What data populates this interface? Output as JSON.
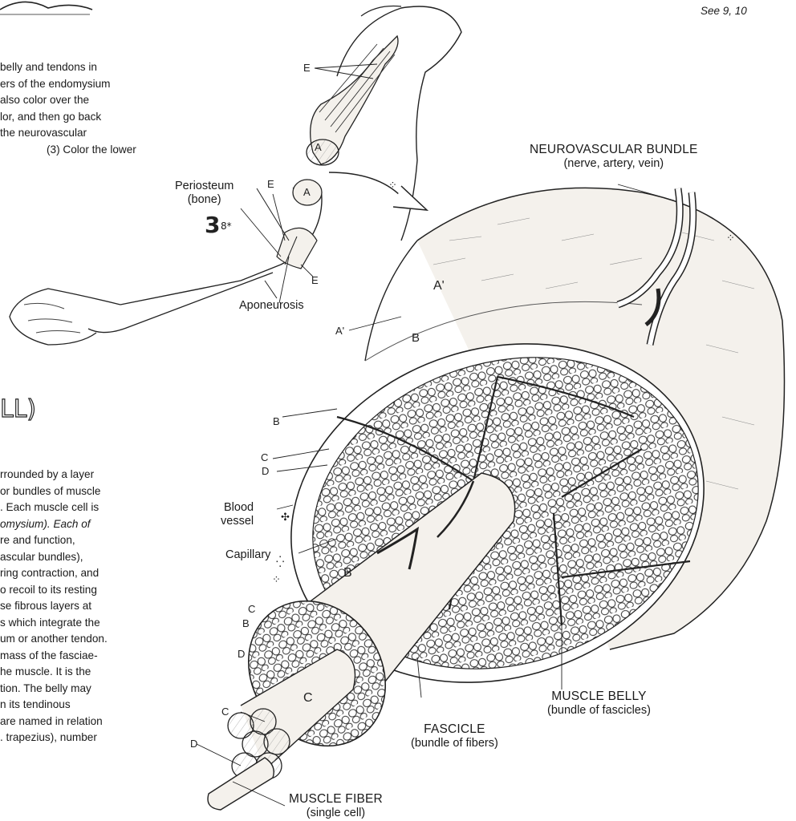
{
  "header": {
    "see_ref": "See 9, 10"
  },
  "instructions": {
    "lines": [
      "belly and tendons in",
      "ers of the endomysium",
      "also color over the",
      "lor, and then go back",
      "the neurovascular",
      "(3) Color the lower"
    ]
  },
  "body_text": {
    "lines": [
      "rrounded by a layer",
      "or bundles of muscle",
      ". Each muscle cell is",
      "omysium). Each of",
      "re and function,",
      "ascular bundles),",
      "ring contraction, and",
      "o recoil to its resting",
      "se fibrous layers at",
      "s which integrate the",
      "um or another tendon.",
      "mass of the fasciae-",
      "he muscle. It is the",
      "tion. The belly may",
      "n its tendinous",
      "are named in relation",
      ". trapezius), number"
    ]
  },
  "labels": {
    "periosteum": "Periosteum",
    "periosteum_sub": "(bone)",
    "aponeurosis": "Aponeurosis",
    "neurovascular_title": "NEUROVASCULAR BUNDLE",
    "neurovascular_sub": "(nerve, artery, vein)",
    "blood_vessel_1": "Blood",
    "blood_vessel_2": "vessel",
    "capillary": "Capillary",
    "muscle_belly_title": "MUSCLE BELLY",
    "muscle_belly_sub": "(bundle of fascicles)",
    "fascicle_title": "FASCICLE",
    "fascicle_sub": "(bundle of fibers)",
    "muscle_fiber_title": "MUSCLE FIBER",
    "muscle_fiber_sub": "(single cell)"
  },
  "letters": {
    "A": "A",
    "A_prime": "A'",
    "B": "B",
    "C": "C",
    "D": "D",
    "E": "E"
  },
  "colors": {
    "ink": "#1a1a1a",
    "muscle_fill": "#f4f1ec",
    "background": "#ffffff"
  }
}
